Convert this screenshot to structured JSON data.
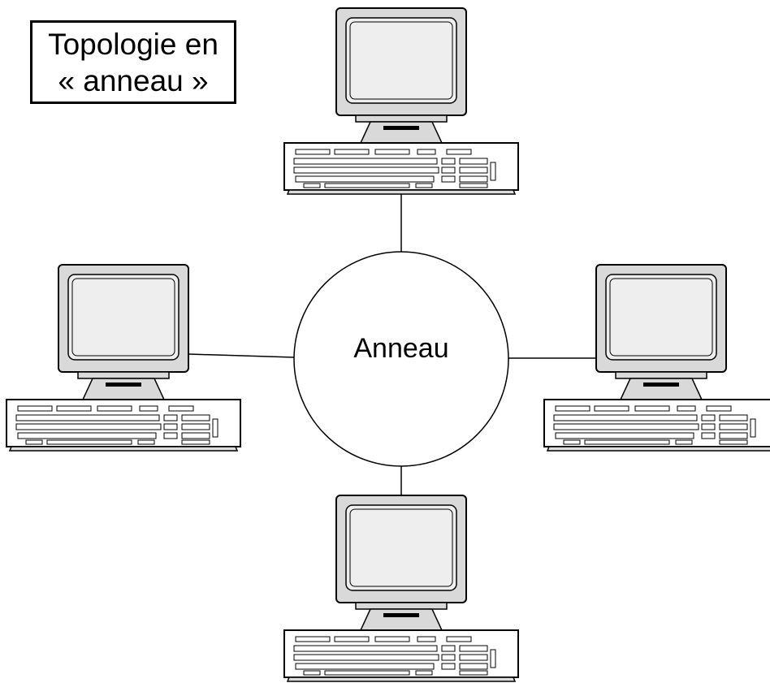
{
  "title": {
    "line1": "Topologie en",
    "line2": "« anneau »"
  },
  "ring": {
    "label": "Anneau"
  },
  "computers": [
    {
      "id": "top",
      "icon": "computer-icon"
    },
    {
      "id": "left",
      "icon": "computer-icon"
    },
    {
      "id": "right",
      "icon": "computer-icon"
    },
    {
      "id": "bottom",
      "icon": "computer-icon"
    }
  ],
  "colors": {
    "stroke": "#000000",
    "monitor_fill": "#d9d9d9",
    "screen_fill": "#eeeeee",
    "background": "#ffffff"
  }
}
